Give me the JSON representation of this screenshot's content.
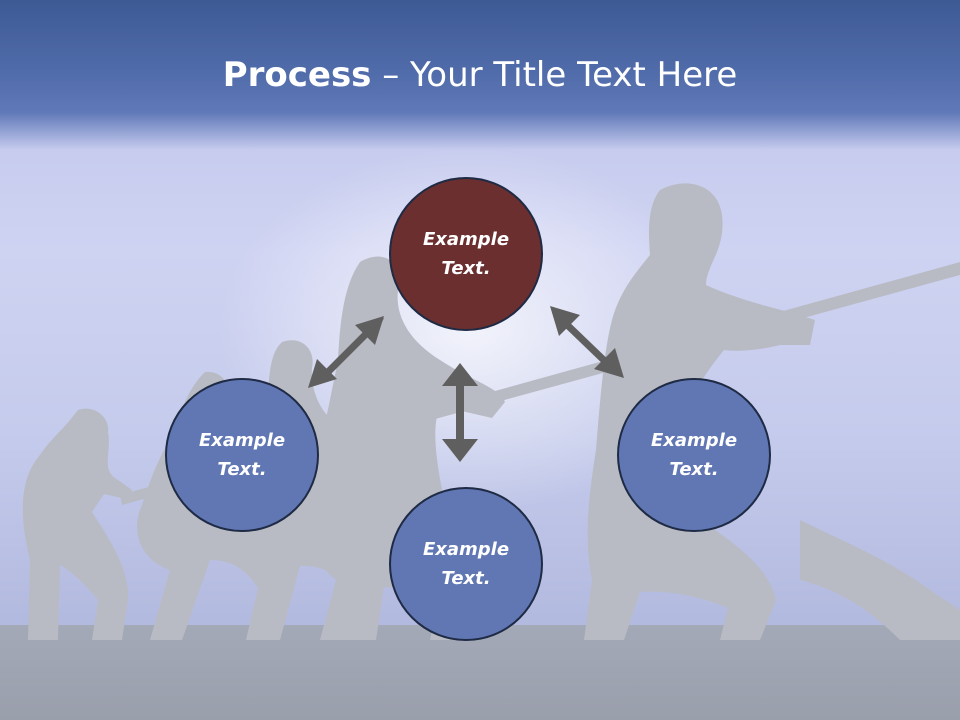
{
  "slide": {
    "title_bold": "Process",
    "title_rest": " – Your Title Text Here"
  },
  "nodes": {
    "top": {
      "label": "Example Text.",
      "color": "#6b2f2f"
    },
    "left": {
      "label": "Example Text.",
      "color": "#6077b4"
    },
    "right": {
      "label": "Example Text.",
      "color": "#6077b4"
    },
    "bottom": {
      "label": "Example Text.",
      "color": "#6077b4"
    }
  },
  "colors": {
    "header": "#4f6aa8",
    "arrow": "#5f5f5f",
    "silhouette": "#b9bbc4"
  },
  "background": {
    "image": "tug-of-war-silhouettes"
  }
}
